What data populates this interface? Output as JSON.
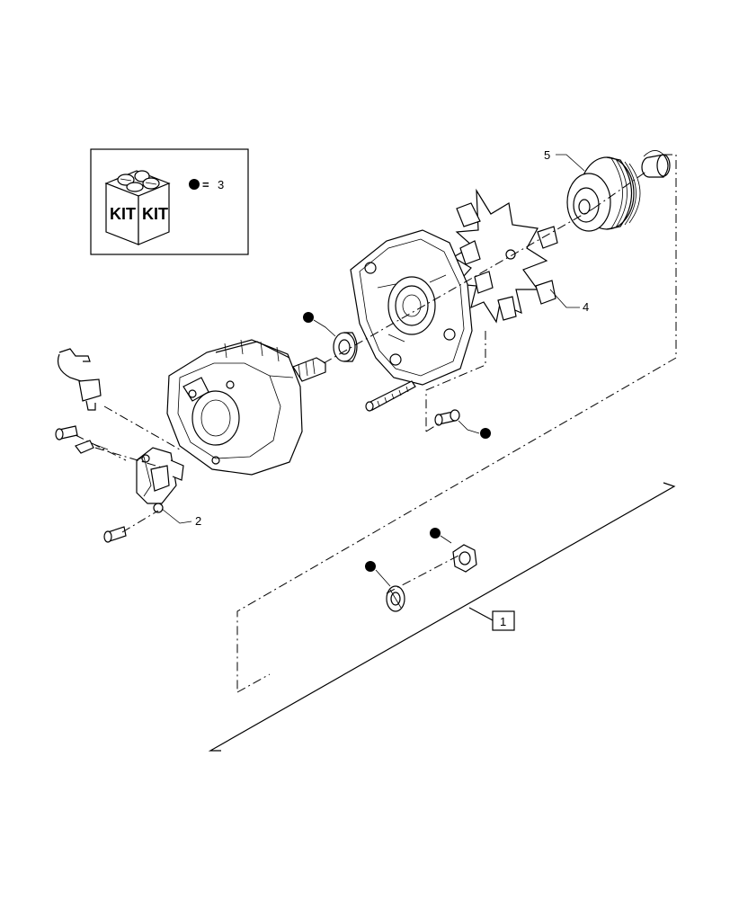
{
  "kit_legend": {
    "kit_left": "KIT",
    "kit_right": "KIT",
    "equals": "=",
    "ref": "3"
  },
  "callouts": {
    "item_1": "1",
    "item_2": "2",
    "item_4": "4",
    "item_5": "5"
  }
}
